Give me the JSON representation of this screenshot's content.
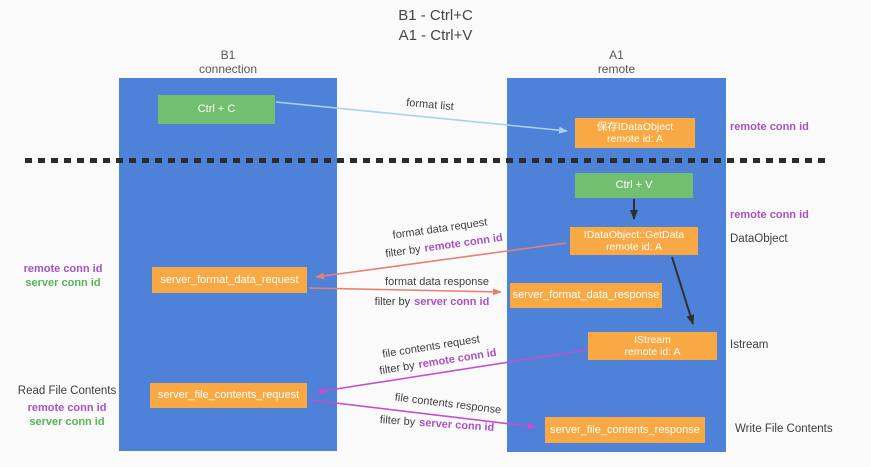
{
  "title": {
    "line1": "B1 - Ctrl+C",
    "line2": "A1 - Ctrl+V"
  },
  "lanes": {
    "b1": {
      "name": "B1",
      "role": "connection"
    },
    "a1": {
      "name": "A1",
      "role": "remote"
    }
  },
  "nodes": {
    "ctrl_c": {
      "label": "Ctrl + C"
    },
    "ctrl_v": {
      "label": "Ctrl + V"
    },
    "save_idataobject": {
      "line1": "保存IDataObject",
      "line2": "remote id: A"
    },
    "idataobject_getdata": {
      "line1": "IDataObject::GetData",
      "line2": "remote id: A"
    },
    "istream": {
      "line1": "IStream",
      "line2": "remote id: A"
    },
    "server_format_data_request": {
      "label": "server_format_data_request"
    },
    "server_format_data_response": {
      "label": "server_format_data_response"
    },
    "server_file_contents_request": {
      "label": "server_file_contents_request"
    },
    "server_file_contents_response": {
      "label": "server_file_contents_response"
    }
  },
  "flow_labels": {
    "format_list": "format list",
    "format_data_request": "format data request",
    "format_data_response": "format data response",
    "file_contents_request": "file contents request",
    "file_contents_response": "file contents response",
    "filter_by": "filter by",
    "remote_conn_id": "remote conn id",
    "server_conn_id": "server conn id"
  },
  "side_labels": {
    "remote_conn_id": "remote conn id",
    "server_conn_id": "server conn id",
    "dataobject": "DataObject",
    "istream": "Istream",
    "read_file_contents": "Read File Contents",
    "write_file_contents": "Write File Contents"
  },
  "colors": {
    "lane_blue": "#4d82d8",
    "box_green": "#72bf6f",
    "box_orange": "#f8a943",
    "arrow_salmon": "#e87f70",
    "arrow_magenta": "#c44fd0",
    "arrow_light_blue": "#a9d2f0",
    "arrow_black": "#2f2f2f",
    "text_purple": "#a952c1",
    "text_green": "#56b456",
    "text_dark": "#3d3d3d"
  }
}
